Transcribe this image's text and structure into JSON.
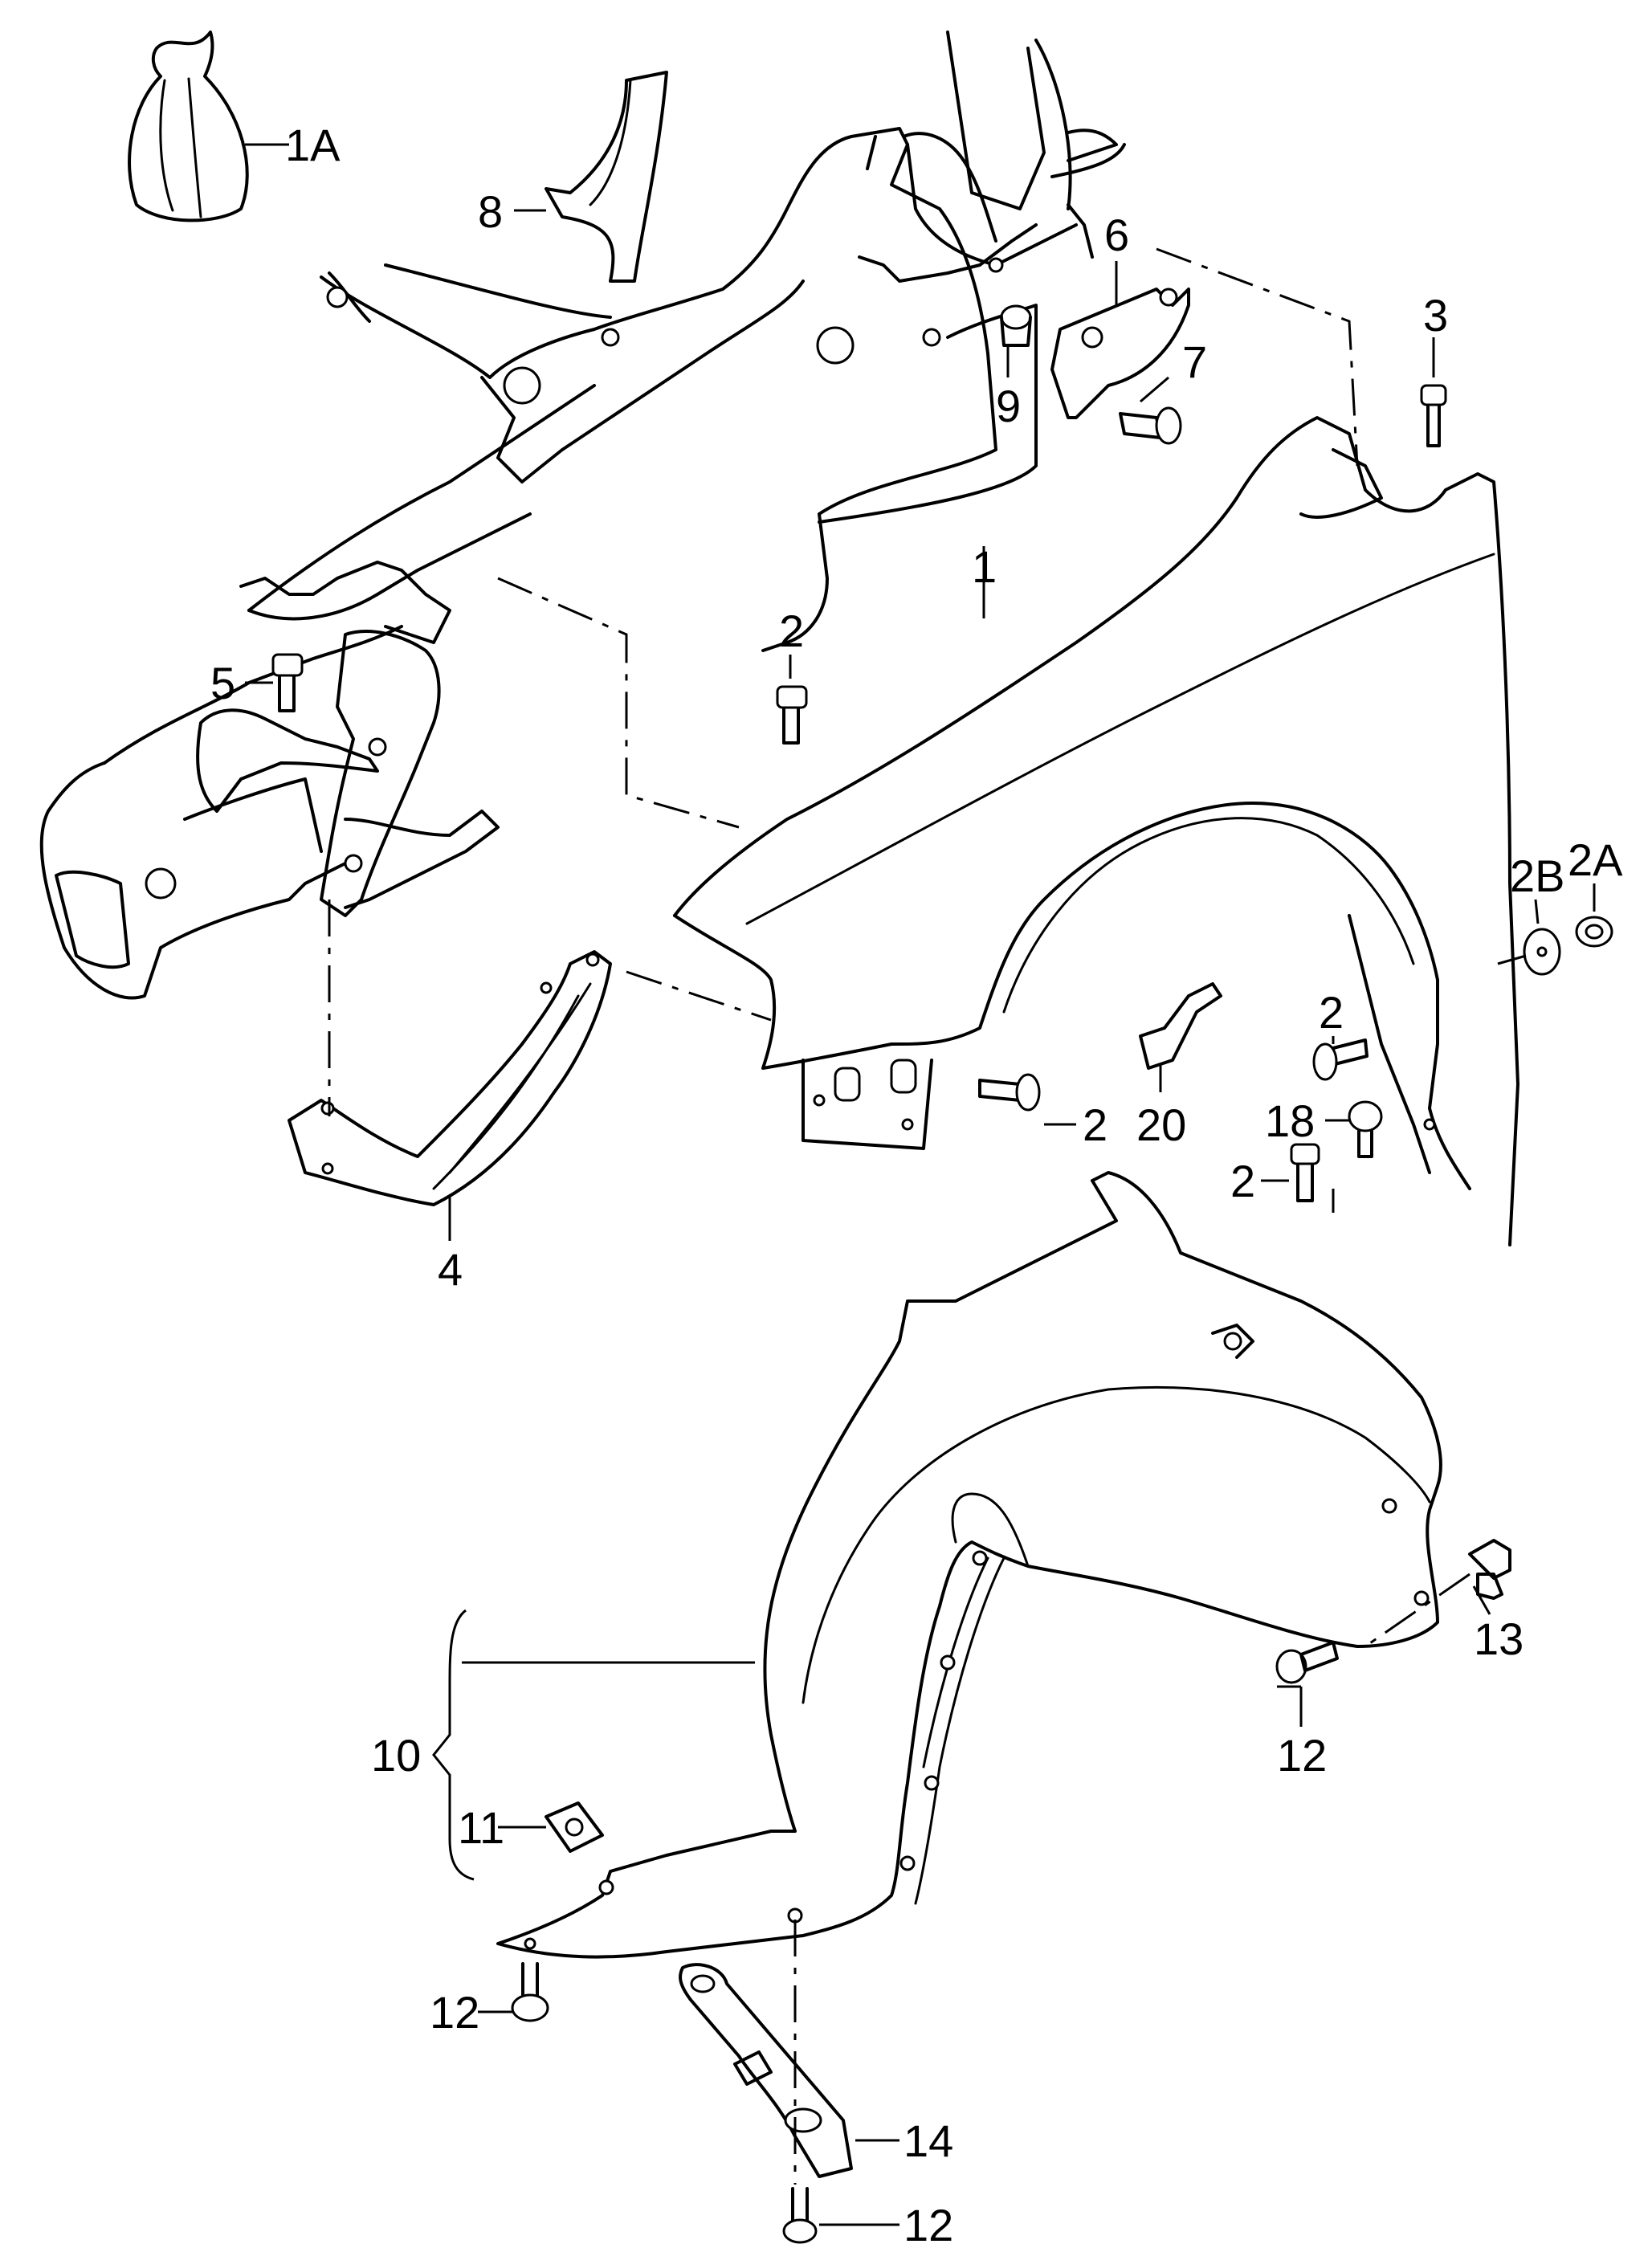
{
  "callouts": {
    "c1": "1",
    "c1A": "1A",
    "c2_upper": "2",
    "c2_bracket": "2",
    "c2_arch_a": "2",
    "c2_arch_b": "2",
    "c2A": "2A",
    "c2B": "2B",
    "c3": "3",
    "c4": "4",
    "c5": "5",
    "c6": "6",
    "c7": "7",
    "c8": "8",
    "c9": "9",
    "c10": "10",
    "c11": "11",
    "c12_right": "12",
    "c12_left": "12",
    "c12_bottom": "12",
    "c13": "13",
    "c14": "14",
    "c18": "18",
    "c20": "20"
  }
}
